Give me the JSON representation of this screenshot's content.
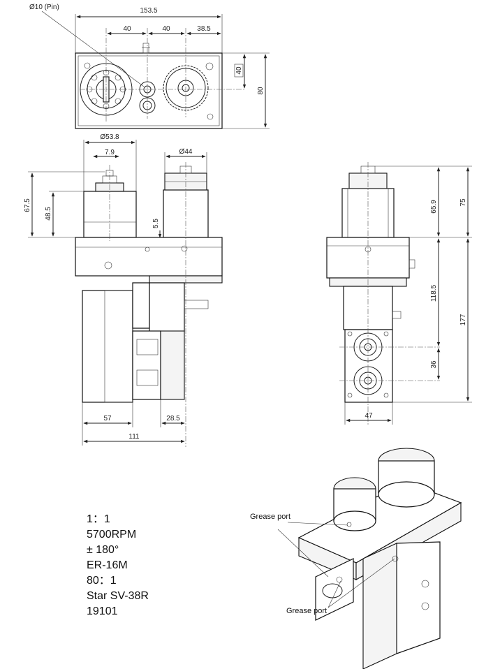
{
  "drawing": {
    "top_view": {
      "pin_label": "Ø10 (Pin)",
      "dim_overall_width": "153.5",
      "dim_40_a": "40",
      "dim_40_b": "40",
      "dim_38_5": "38.5",
      "dim_40_box": "40",
      "dim_80": "80"
    },
    "front_view": {
      "dim_53_8": "Ø53.8",
      "dim_7_9": "7.9",
      "dim_44": "Ø44",
      "dim_67_5": "67.5",
      "dim_48_5": "48.5",
      "dim_5_5": "5.5",
      "dim_57": "57",
      "dim_28_5": "28.5",
      "dim_111": "111"
    },
    "side_view": {
      "dim_65_9": "65.9",
      "dim_75": "75",
      "dim_118_5": "118.5",
      "dim_177": "177",
      "dim_36": "36",
      "dim_47": "47"
    },
    "iso_view": {
      "grease_port_top": "Grease port",
      "grease_port_bottom": "Grease port"
    }
  },
  "specs": {
    "ratio": "1：1",
    "rpm": "5700RPM",
    "angle": "± 180°",
    "collet": "ER-16M",
    "reduction": "80：1",
    "machine": "Star SV-38R",
    "part_no": "19101"
  }
}
